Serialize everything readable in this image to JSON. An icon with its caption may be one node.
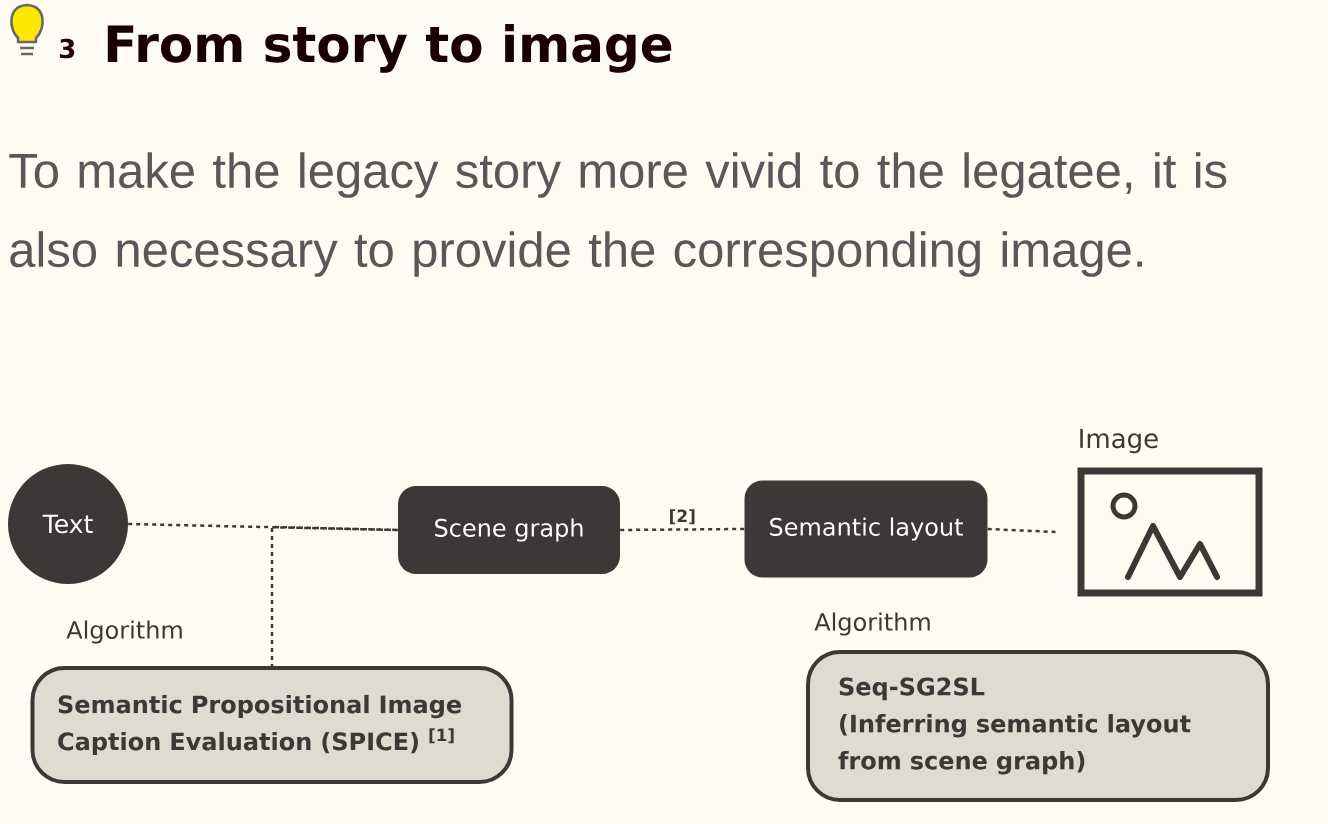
{
  "diagram": {
    "title": "From story to image",
    "nodes": [
      {
        "text": [
          "Text"
        ]
      },
      {
        "text": [
          "Scene graph"
        ]
      },
      {
        "text": [
          "Semantic layout"
        ]
      },
      {
        "text": [
          "Image"
        ]
      },
      {
        "text": [
          "Semantic Propositional Image Caption Evaluation (SPICE) $^{[1]}$"
        ],
        "beside": [
          "Algorithm"
        ]
      },
      {
        "text": [
          "Seq-SG2SL",
          "(Inferring semantic layout from scene graph)"
        ],
        "beside": [
          "Algorithm"
        ]
      }
    ],
    "edges": [
      {
        "from": 0,
        "to": 1,
        "arrow": "none",
        "style": "dashed"
      },
      {
        "from": 4,
        "to": 1,
        "arrow": "none",
        "style": "dashed"
      },
      {
        "from": 1,
        "to": 2,
        "arrow": "none",
        "style": "dashed",
        "label": "[2]"
      },
      {
        "from": 2,
        "to": 3,
        "arrow": "none",
        "style": "dashed"
      }
    ],
    "labels": [
      "3",
      "To make the legacy story more vivid to the legatee, it is also necessary to provide the corresponding image."
    ]
  }
}
